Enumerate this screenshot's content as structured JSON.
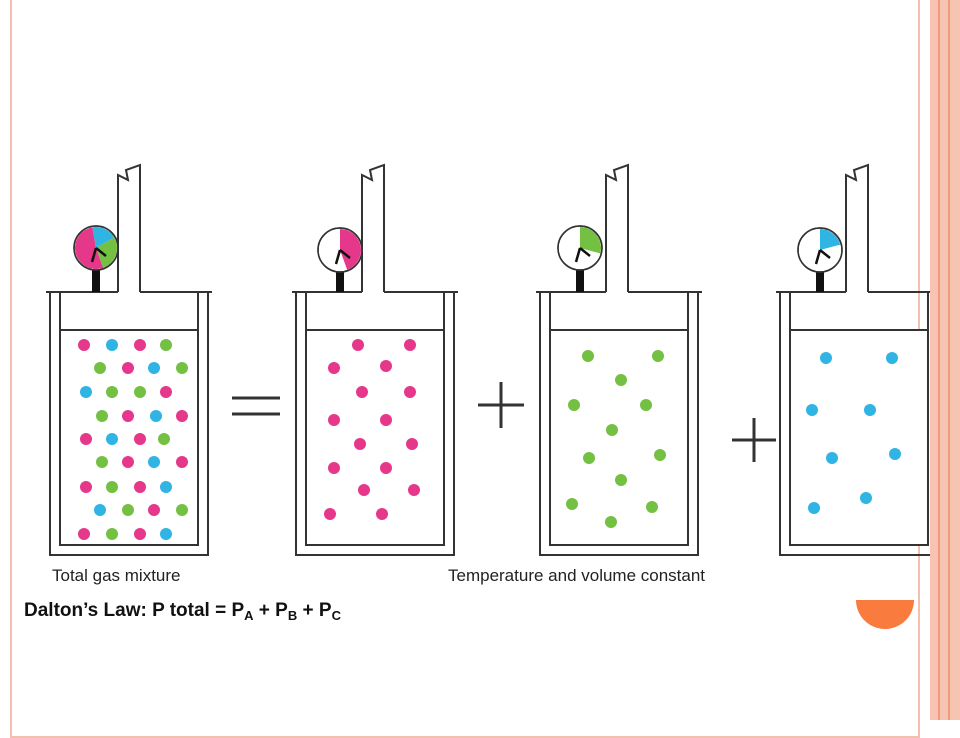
{
  "colors": {
    "pink": "#e6388a",
    "green": "#74c043",
    "blue": "#2fb4e4",
    "border": "#f3bfae",
    "accent": "#f97b3d"
  },
  "captions": {
    "left": "Total gas mixture",
    "right": "Temperature and volume constant"
  },
  "law": {
    "prefix": "Dalton’s Law: P total = P",
    "sub_a": "A",
    "plus1": " + P",
    "sub_b": "B",
    "plus2": " + P",
    "sub_c": "C"
  },
  "operators": [
    "=",
    "+",
    "+"
  ],
  "containers": [
    {
      "name": "mixture",
      "gauge": "pink-green-blue"
    },
    {
      "name": "gas-a",
      "gauge": "pink"
    },
    {
      "name": "gas-b",
      "gauge": "green"
    },
    {
      "name": "gas-c",
      "gauge": "blue"
    }
  ]
}
